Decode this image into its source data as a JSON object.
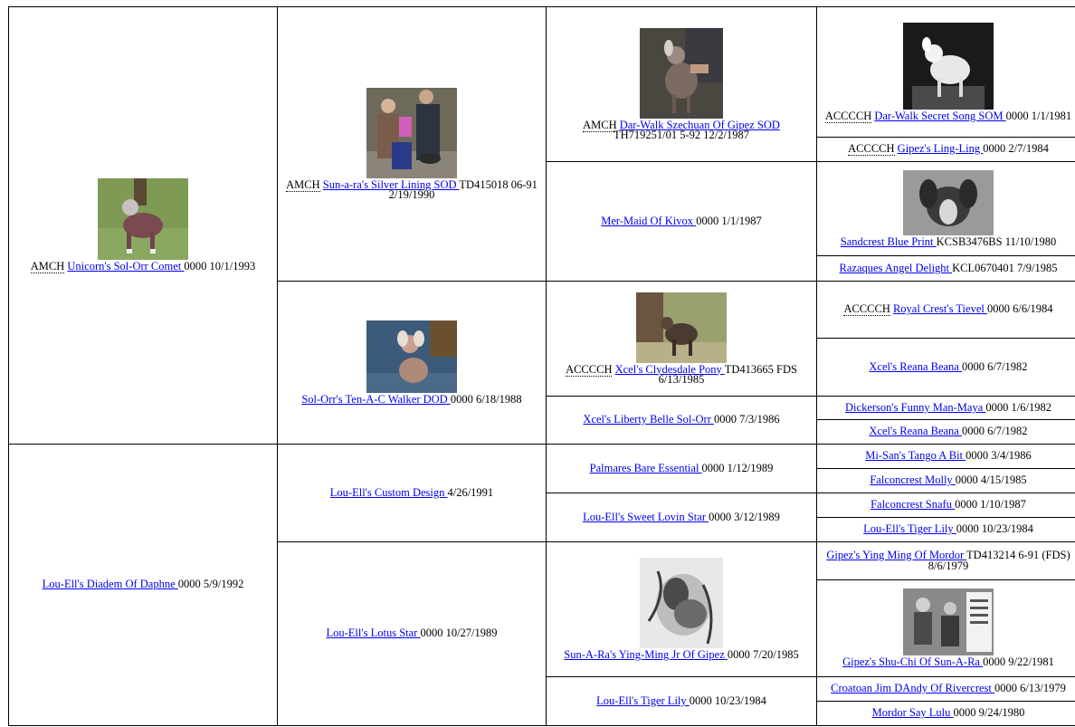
{
  "gen1": [
    {
      "title": "AMCH",
      "link": "Unicorn's Sol-Orr Comet ",
      "rest": "0000 10/1/1993",
      "photo": "dog-photo"
    },
    {
      "title": "",
      "link": "Lou-Ell's Diadem Of Daphne ",
      "rest": "0000 5/9/1992"
    }
  ],
  "gen2": [
    {
      "title": "AMCH",
      "link": "Sun-a-ra's Silver Lining SOD ",
      "rest": "TD415018 06-91 2/19/1990",
      "photo": "dog-photo"
    },
    {
      "title": "",
      "link": "Sol-Orr's Ten-A-C Walker DOD ",
      "rest": "0000 6/18/1988",
      "photo": "dog-photo"
    },
    {
      "title": "",
      "link": "Lou-Ell's Custom Design ",
      "rest": "4/26/1991"
    },
    {
      "title": "",
      "link": "Lou-Ell's Lotus Star ",
      "rest": "0000 10/27/1989"
    }
  ],
  "gen3": [
    {
      "title": "AMCH",
      "link": "Dar-Walk Szechuan Of Gipez SOD",
      "rest": "TH719251/01 5-92 12/2/1987",
      "photo": "dog-photo"
    },
    {
      "title": "",
      "link": "Mer-Maid Of Kivox ",
      "rest": "0000 1/1/1987"
    },
    {
      "title": "ACCCCH",
      "link": "Xcel's Clydesdale Pony ",
      "rest": "TD413665 FDS 6/13/1985",
      "photo": "dog-photo"
    },
    {
      "title": "",
      "link": "Xcel's Liberty Belle Sol-Orr ",
      "rest": "0000 7/3/1986"
    },
    {
      "title": "",
      "link": "Palmares Bare Essential ",
      "rest": "0000 1/12/1989"
    },
    {
      "title": "",
      "link": "Lou-Ell's Sweet Lovin Star ",
      "rest": "0000 3/12/1989"
    },
    {
      "title": "",
      "link": "Sun-A-Ra's Ying-Ming Jr Of Gipez ",
      "rest": "0000 7/20/1985",
      "photo": "dog-photo"
    },
    {
      "title": "",
      "link": "Lou-Ell's Tiger Lily ",
      "rest": "0000 10/23/1984"
    }
  ],
  "gen4": [
    {
      "title": "ACCCCH",
      "link": "Dar-Walk Secret Song SOM ",
      "rest": "0000 1/1/1981",
      "photo": "dog-photo"
    },
    {
      "title": "ACCCCH",
      "link": "Gipez's Ling-Ling ",
      "rest": "0000 2/7/1984"
    },
    {
      "title": "",
      "link": "Sandcrest Blue Print ",
      "rest": "KCSB3476BS 11/10/1980",
      "photo": "dog-photo"
    },
    {
      "title": "",
      "link": "Razaques Angel Delight ",
      "rest": "KCL0670401 7/9/1985"
    },
    {
      "title": "ACCCCH",
      "link": "Royal Crest's Tievel ",
      "rest": "0000 6/6/1984"
    },
    {
      "title": "",
      "link": "Xcel's Reana Beana ",
      "rest": "0000 6/7/1982"
    },
    {
      "title": "",
      "link": "Dickerson's Funny Man-Maya ",
      "rest": "0000 1/6/1982"
    },
    {
      "title": "",
      "link": "Xcel's Reana Beana ",
      "rest": "0000 6/7/1982"
    },
    {
      "title": "",
      "link": "Mi-San's Tango A Bit ",
      "rest": "0000 3/4/1986"
    },
    {
      "title": "",
      "link": "Falconcrest Molly ",
      "rest": "0000 4/15/1985"
    },
    {
      "title": "",
      "link": "Falconcrest Snafu ",
      "rest": "0000 1/10/1987"
    },
    {
      "title": "",
      "link": "Lou-Ell's Tiger Lily ",
      "rest": "0000 10/23/1984"
    },
    {
      "title": "",
      "link": "Gipez's Ying Ming Of Mordor ",
      "rest": "TD413214 6-91 (FDS) 8/6/1979"
    },
    {
      "title": "",
      "link": "Gipez's Shu-Chi Of Sun-A-Ra ",
      "rest": "0000 9/22/1981",
      "photo": "dog-photo"
    },
    {
      "title": "",
      "link": "Croatoan Jim DAndy Of Rivercrest ",
      "rest": "0000 6/13/1979"
    },
    {
      "title": "",
      "link": "Mordor Say Lulu ",
      "rest": "0000 9/24/1980"
    }
  ]
}
